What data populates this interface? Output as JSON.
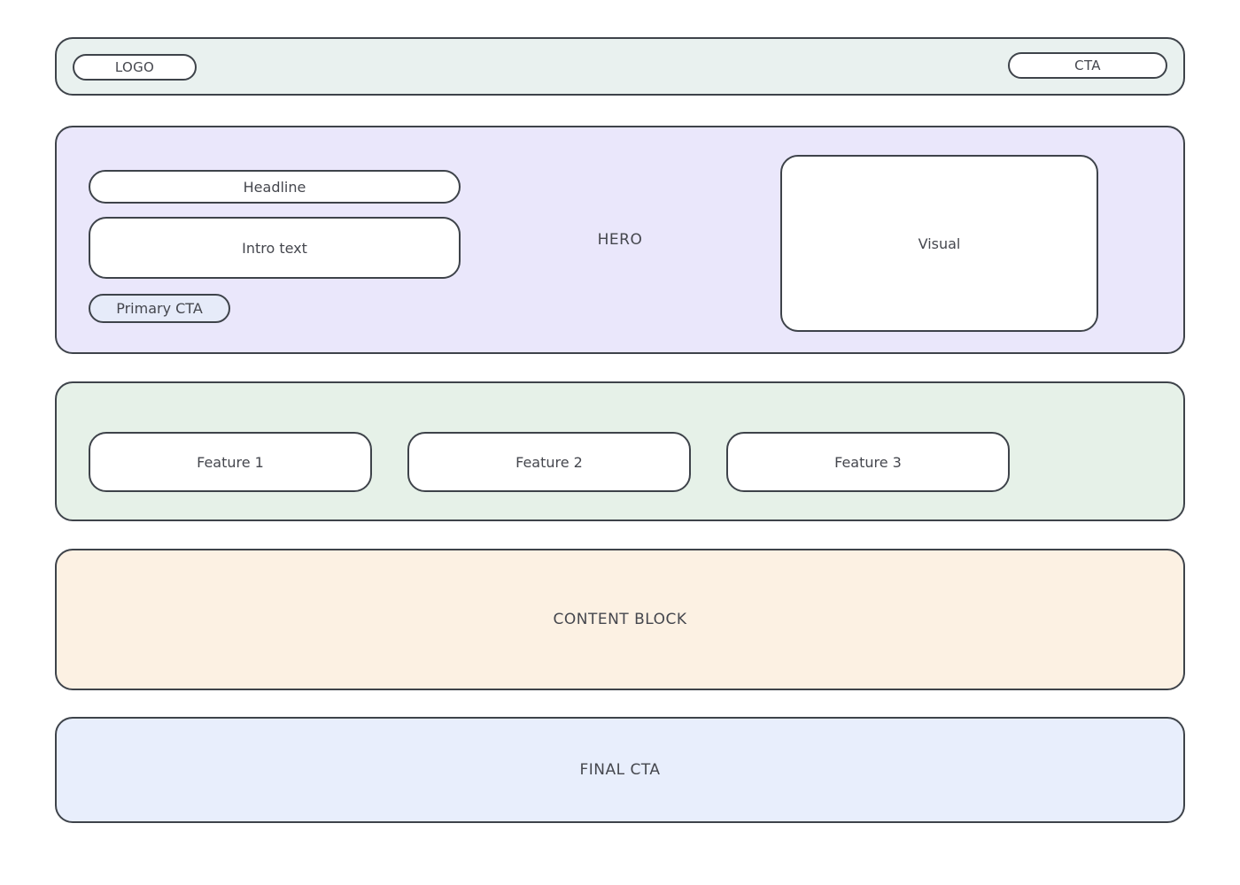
{
  "topbar": {
    "logo_label": "LOGO",
    "cta_label": "CTA"
  },
  "hero": {
    "label": "HERO",
    "headline_label": "Headline",
    "intro_label": "Intro text",
    "primary_cta_label": "Primary CTA",
    "visual_label": "Visual"
  },
  "features": {
    "items": [
      {
        "label": "Feature 1"
      },
      {
        "label": "Feature 2"
      },
      {
        "label": "Feature 3"
      }
    ]
  },
  "content_block": {
    "label": "CONTENT BLOCK"
  },
  "final_cta": {
    "label": "FINAL CTA"
  },
  "colors": {
    "topbar_bg": "#e9f1ef",
    "hero_bg": "#eae7fb",
    "features_bg": "#e6f1e8",
    "content_block_bg": "#fcf1e3",
    "final_cta_bg": "#e8eefc",
    "primary_cta_bg": "#e6ebf9",
    "box_bg": "#ffffff",
    "border": "#3e434a",
    "text": "#45474e",
    "page_bg": "#ffffff"
  }
}
